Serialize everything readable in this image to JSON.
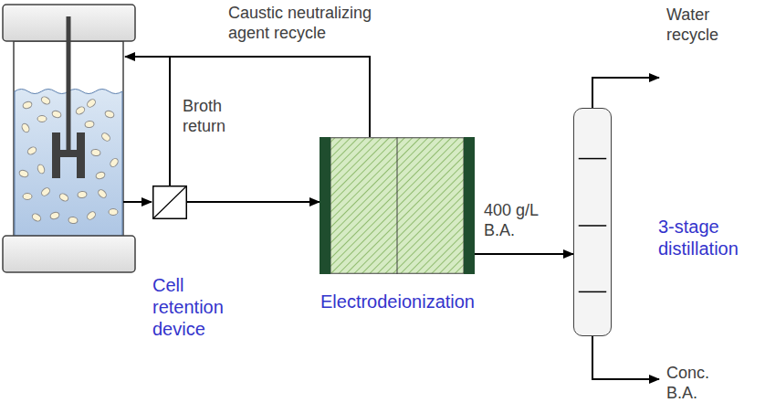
{
  "diagram": {
    "nodes": [
      {
        "text": [
          "Cell retention device"
        ]
      },
      {
        "text": [
          "Electrodeionization"
        ]
      },
      {
        "text": [
          "3-stage distillation"
        ]
      }
    ],
    "edges": [
      {
        "from": 0,
        "to": 1,
        "arrow": "to"
      },
      {
        "from": 1,
        "to": 2,
        "label": "400 g/L B.A.",
        "arrow": "to"
      }
    ],
    "labels": [
      "Caustic neutralizing agent recycle",
      "Broth return",
      "Water recycle",
      "Conc. B.A."
    ]
  }
}
